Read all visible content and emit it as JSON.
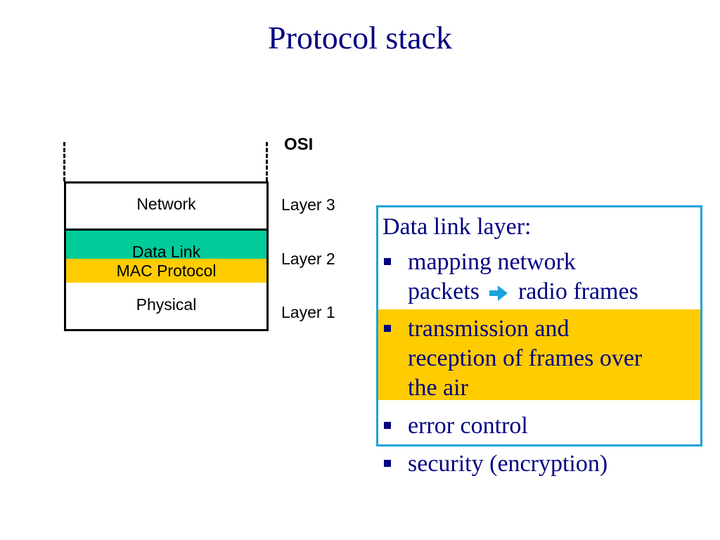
{
  "title": "Protocol stack",
  "stack": {
    "header": "OSI",
    "layers": [
      {
        "name": "Network",
        "label": "Layer 3"
      },
      {
        "name": "Data Link",
        "sublayer": "MAC Protocol",
        "label": "Layer 2"
      },
      {
        "name": "Physical",
        "label": "Layer 1"
      }
    ]
  },
  "info": {
    "heading": "Data link layer:",
    "bullets": [
      {
        "before_arrow": "mapping network",
        "line2_pre": "packets",
        "line2_post": "radio frames",
        "arrow_icon": "right-arrow-icon"
      },
      {
        "line1": "transmission and",
        "line2": "reception of frames over",
        "line3": "the air",
        "highlighted": true
      },
      {
        "line1": "error control"
      },
      {
        "line1": "security (encryption)"
      }
    ]
  },
  "colors": {
    "title": "#000080",
    "network_fill": "#ffffff",
    "data_link_fill": "#00cc99",
    "mac_fill": "#ffcc00",
    "highlight": "#ffcc00",
    "box_border": "#1aa3d9",
    "arrow": "#1aa3d9"
  }
}
